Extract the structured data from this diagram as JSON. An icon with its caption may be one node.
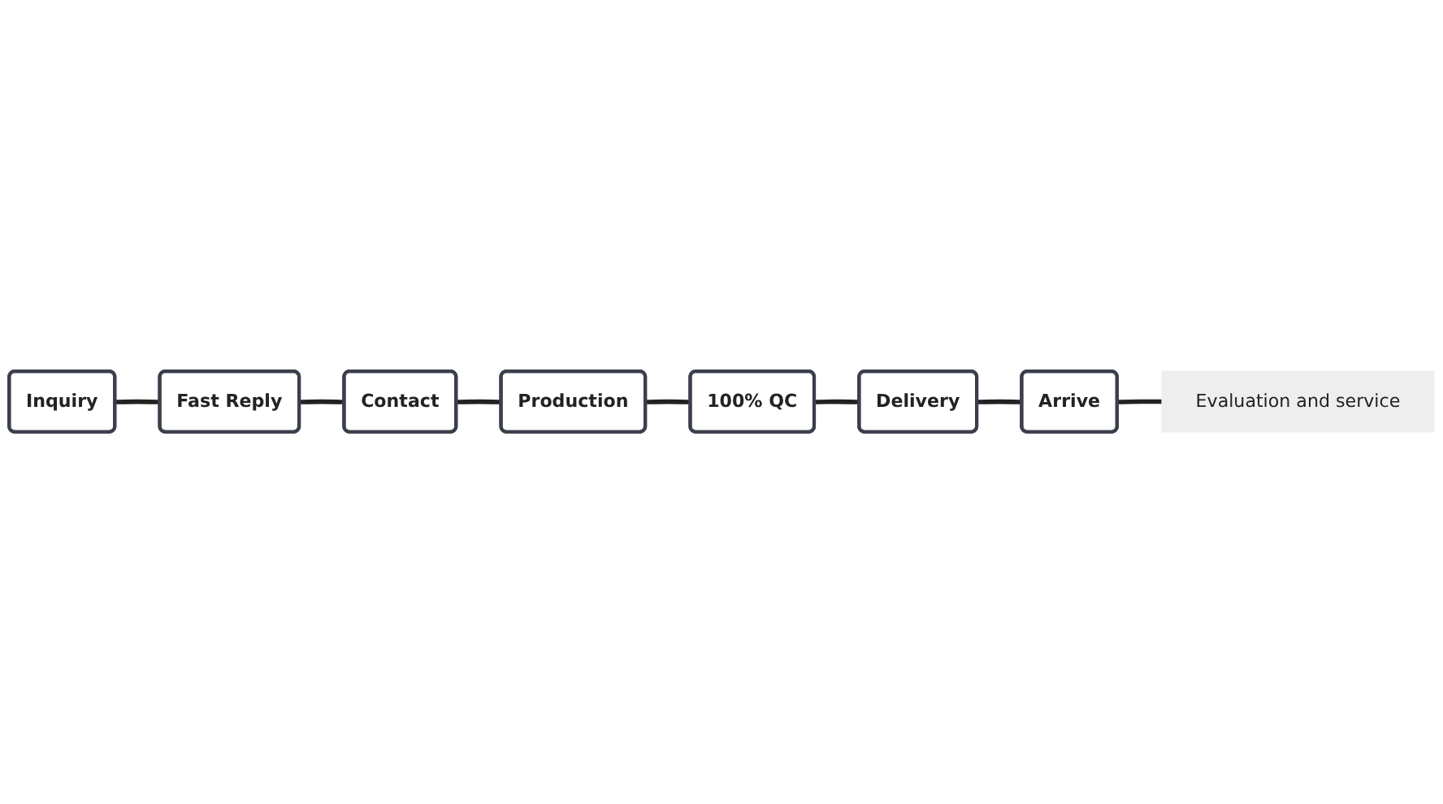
{
  "diagram": {
    "nodes": [
      {
        "text": [
          "Inquiry"
        ]
      },
      {
        "text": [
          "Fast Reply"
        ]
      },
      {
        "text": [
          "Contact"
        ]
      },
      {
        "text": [
          "Production"
        ]
      },
      {
        "text": [
          "100% QC"
        ]
      },
      {
        "text": [
          "Delivery"
        ]
      },
      {
        "text": [
          "Arrive"
        ]
      },
      {
        "text": [
          "Evaluation and service"
        ]
      }
    ],
    "edges": [
      {
        "from": 0,
        "to": 1,
        "arrow": "none"
      },
      {
        "from": 1,
        "to": 2,
        "arrow": "none"
      },
      {
        "from": 2,
        "to": 3,
        "arrow": "none"
      },
      {
        "from": 3,
        "to": 4,
        "arrow": "none"
      },
      {
        "from": 4,
        "to": 5,
        "arrow": "none"
      },
      {
        "from": 5,
        "to": 6,
        "arrow": "none"
      },
      {
        "from": 6,
        "to": 7,
        "arrow": "none"
      }
    ]
  }
}
